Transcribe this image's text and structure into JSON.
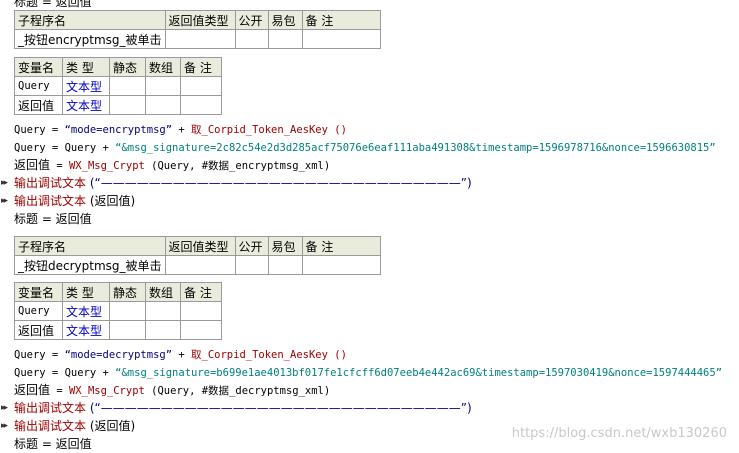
{
  "top_partial": "标题 = 返回值",
  "blocks": [
    {
      "sub": {
        "headers": [
          "子程序名",
          "返回值类型",
          "公开",
          "易包",
          "备 注"
        ],
        "name": "_按钮encryptmsg_被单击"
      },
      "vars": {
        "headers": [
          "变量名",
          "类 型",
          "静态",
          "数组",
          "备 注"
        ],
        "rows": [
          {
            "name": "Query",
            "type": "文本型"
          },
          {
            "name": "返回值",
            "type": "文本型"
          }
        ]
      },
      "code": {
        "l1_lhs": "Query",
        "l1_eq": " = ",
        "l1_str": "“mode=encryptmsg”",
        "l1_plus": " + ",
        "l1_fn": "取_Corpid_Token_AesKey ()",
        "l2_lhs": "Query",
        "l2_mid": " = Query + ",
        "l2_str": "“&msg_signature=2c82c54e2d3d285acf75076e6eaf111aba491308&timestamp=1596978716&nonce=1596630815”",
        "l3_lhs": "返回值",
        "l3_eq": " = ",
        "l3_fn": "WX_Msg_Crypt",
        "l3_args": " (Query, #数据_encryptmsg_xml)",
        "l4_fn": "输出调试文本",
        "l4_args": " (“——————————————————————————————”)",
        "l5_fn": "输出调试文本",
        "l5_args": " (返回值)",
        "l6": "标题 = 返回值"
      }
    },
    {
      "sub": {
        "headers": [
          "子程序名",
          "返回值类型",
          "公开",
          "易包",
          "备 注"
        ],
        "name": "_按钮decryptmsg_被单击"
      },
      "vars": {
        "headers": [
          "变量名",
          "类 型",
          "静态",
          "数组",
          "备 注"
        ],
        "rows": [
          {
            "name": "Query",
            "type": "文本型"
          },
          {
            "name": "返回值",
            "type": "文本型"
          }
        ]
      },
      "code": {
        "l1_lhs": "Query",
        "l1_eq": " = ",
        "l1_str": "“mode=decryptmsg”",
        "l1_plus": " + ",
        "l1_fn": "取_Corpid_Token_AesKey ()",
        "l2_lhs": "Query",
        "l2_mid": " = Query + ",
        "l2_str": "“&msg_signature=b699e1ae4013bf017fe1cfcff6d07eeb4e442ac69&timestamp=1597030419&nonce=1597444465”",
        "l3_lhs": "返回值",
        "l3_eq": " = ",
        "l3_fn": "WX_Msg_Crypt",
        "l3_args": " (Query, #数据_decryptmsg_xml)",
        "l4_fn": "输出调试文本",
        "l4_args": " (“——————————————————————————————”)",
        "l5_fn": "输出调试文本",
        "l5_args": " (返回值)",
        "l6": "标题 = 返回值"
      }
    }
  ],
  "watermark": "https://blog.csdn.net/wxb130260"
}
